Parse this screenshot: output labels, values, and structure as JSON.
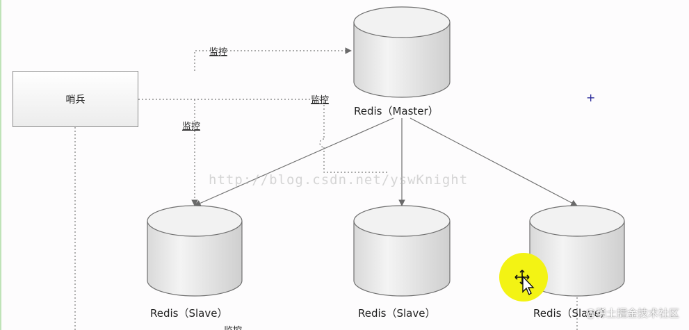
{
  "nodes": {
    "sentinel": "哨兵",
    "master": "Redis（Master）",
    "slave_1": "Redis（Slave）",
    "slave_2": "Redis（Slave）",
    "slave_3": "Redis（Slave）"
  },
  "edge_labels": {
    "monitor_1": "监控",
    "monitor_2": "监控",
    "monitor_3": "监控",
    "monitor_4": "监控"
  },
  "watermarks": {
    "blog_url": "http://blog.csdn.net/yswKnight",
    "site": "@稀土掘金技术社区"
  },
  "marks": {
    "plus": "+"
  },
  "colors": {
    "cylinder_fill": "#e9e9e9",
    "cylinder_stroke": "#6f6f6f",
    "line": "#707070",
    "cursor_highlight": "#f3f314"
  }
}
